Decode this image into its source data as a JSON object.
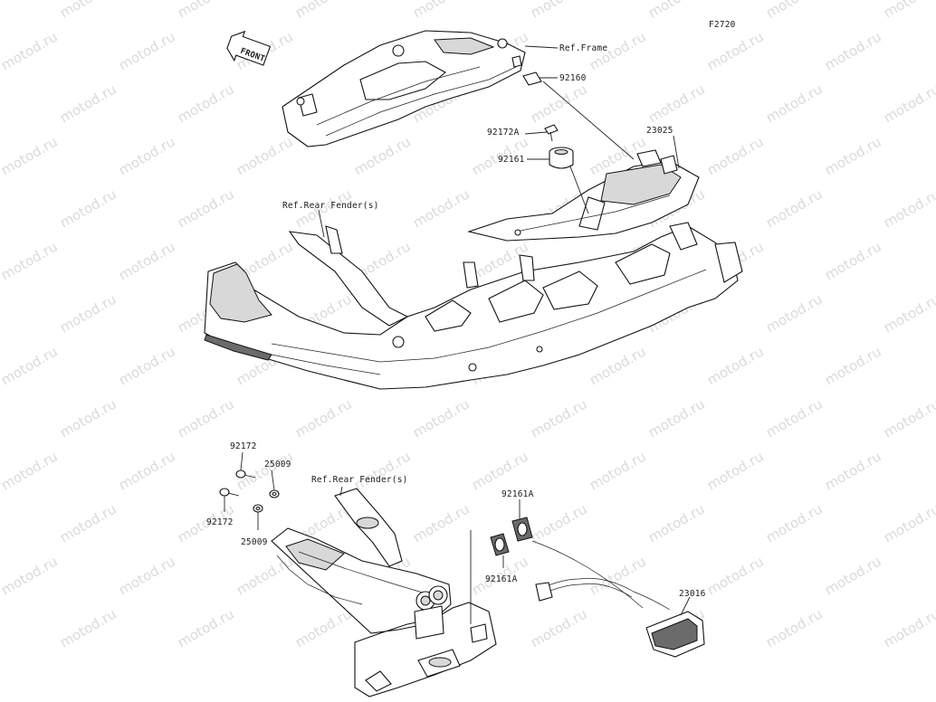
{
  "figure_code": "F2720",
  "front_arrow_label": "FRONT",
  "watermark_text": "motod.ru",
  "callouts": {
    "ref_frame": "Ref.Frame",
    "p92160": "92160",
    "p92172A": "92172A",
    "p23025": "23025",
    "p92161": "92161",
    "ref_rear_fender_top": "Ref.Rear Fender(s)",
    "p92172_a": "92172",
    "p25009_a": "25009",
    "ref_rear_fender_bottom": "Ref.Rear Fender(s)",
    "p92172_b": "92172",
    "p25009_b": "25009",
    "p92161A_a": "92161A",
    "p92161A_b": "92161A",
    "p23016": "23016"
  },
  "colors": {
    "line": "#111111",
    "shade": "#d8d8d8",
    "dark_shade": "#6b6b6b",
    "watermark": "#bdbdbd"
  }
}
